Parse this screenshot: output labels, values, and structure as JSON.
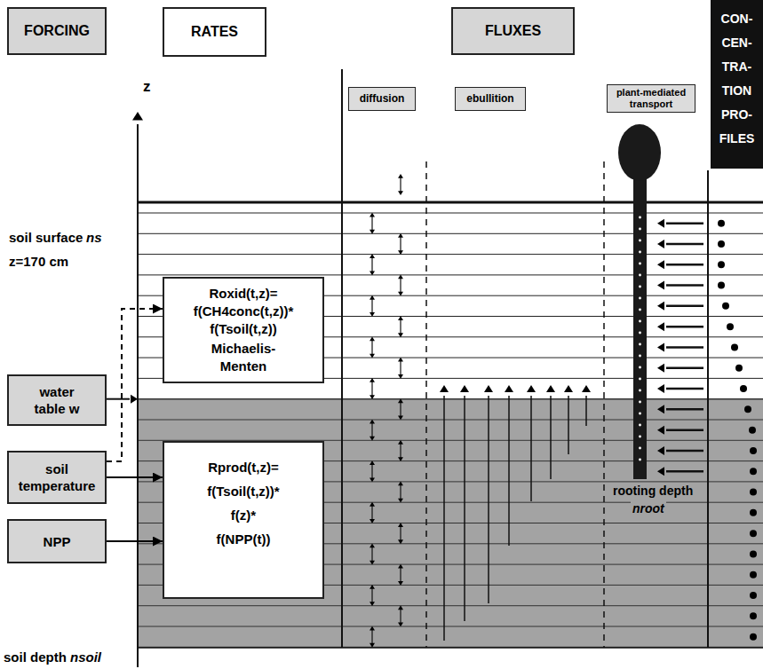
{
  "diagram": {
    "nodes": [
      {
        "text": [
          "FORCING"
        ]
      },
      {
        "text": [
          "RATES"
        ]
      },
      {
        "text": [
          "FLUXES"
        ]
      },
      {
        "text": [
          "CON- CEN- TRA- TION PRO- FILES"
        ]
      },
      {
        "text": [
          "diffusion"
        ]
      },
      {
        "text": [
          "ebullition"
        ]
      },
      {
        "text": [
          "plant-mediated transport"
        ]
      },
      {
        "text": [
          "Roxid(t,z)= f(CH4conc(t,z))* f(Tsoil(t,z))",
          "Michaelis- Menten"
        ]
      },
      {
        "text": [
          "water table w"
        ]
      },
      {
        "text": [
          "soil temperature"
        ]
      },
      {
        "text": [
          "NPP"
        ]
      },
      {
        "text": [
          "Rprod(t,z)= f(Tsoil(t,z))* f(z)* f(NPP(t))"
        ]
      }
    ],
    "edges": [
      {
        "from": 9,
        "to": 7,
        "arrow": "to"
      },
      {
        "from": 9,
        "to": 11,
        "arrow": "to"
      },
      {
        "from": 10,
        "to": 11,
        "arrow": "to"
      }
    ],
    "labels": [
      "z",
      "soil surface",
      "ns",
      "z=170 cm",
      "rooting depth",
      "nroot",
      "soil depth",
      "nsoil"
    ]
  }
}
